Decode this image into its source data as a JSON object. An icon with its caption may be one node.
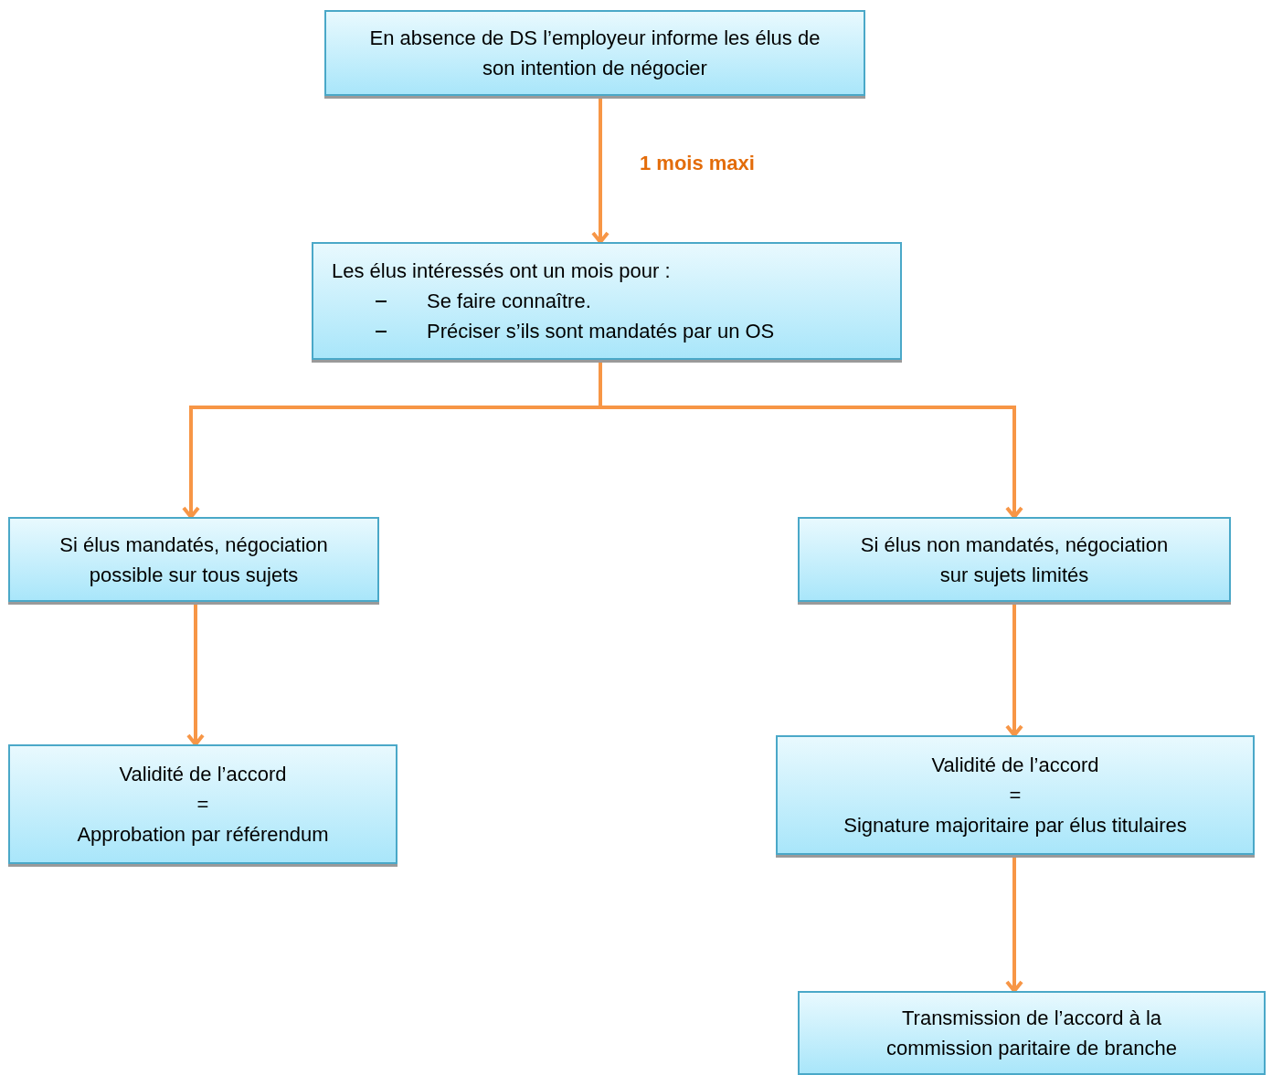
{
  "diagram": {
    "nodes": [
      {
        "text": [
          "En absence de DS l’employeur informe les élus de son intention de négocier"
        ]
      },
      {
        "text": [
          "Les élus intéressés ont un mois pour :",
          "Se faire connaître.",
          "Préciser s’ils sont mandatés par un OS"
        ]
      },
      {
        "text": [
          "Si élus mandatés, négociation possible sur tous sujets"
        ]
      },
      {
        "text": [
          "Si élus non mandatés, négociation sur sujets limités"
        ]
      },
      {
        "text": [
          "Validité de l’accord",
          "=",
          "Approbation par référendum"
        ]
      },
      {
        "text": [
          "Validité de l’accord",
          "=",
          "Signature majoritaire par élus titulaires"
        ]
      },
      {
        "text": [
          "Transmission de l’accord à la commission paritaire de branche"
        ]
      }
    ],
    "edges": [
      {
        "from": 0,
        "to": 1,
        "arrow": "to",
        "label": "1 mois maxi"
      },
      {
        "from": 1,
        "to": 2,
        "arrow": "to"
      },
      {
        "from": 1,
        "to": 3,
        "arrow": "to"
      },
      {
        "from": 2,
        "to": 4,
        "arrow": "to"
      },
      {
        "from": 3,
        "to": 5,
        "arrow": "to"
      },
      {
        "from": 5,
        "to": 6,
        "arrow": "to"
      }
    ]
  }
}
